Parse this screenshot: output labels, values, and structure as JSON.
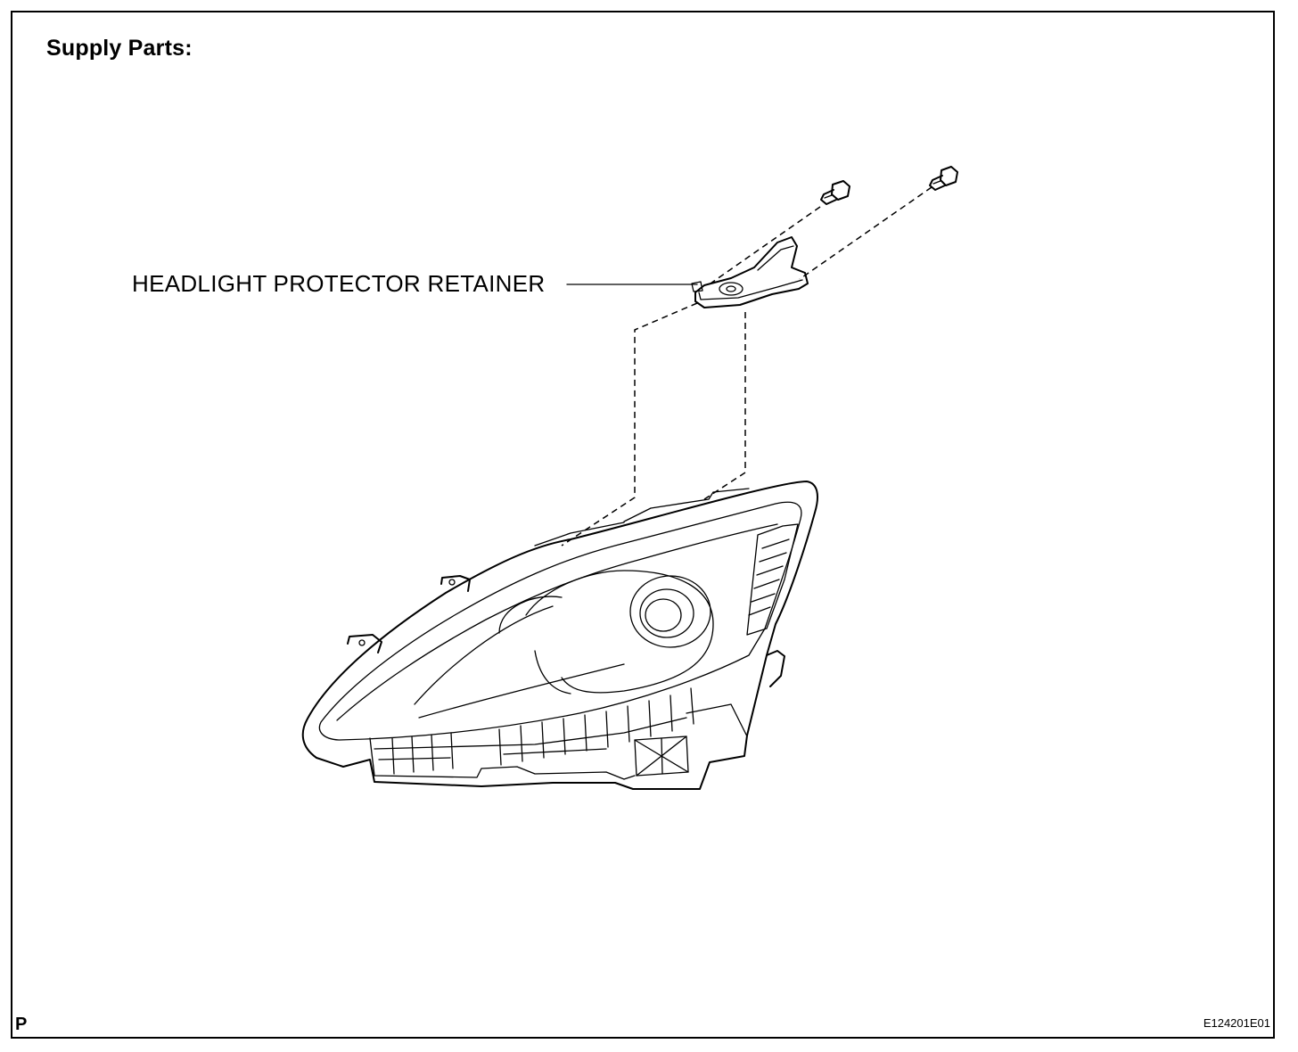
{
  "header": {
    "title": "Supply Parts:"
  },
  "callouts": [
    {
      "label": "HEADLIGHT PROTECTOR RETAINER"
    }
  ],
  "footer": {
    "page_marker": "P",
    "figure_code": "E124201E01"
  },
  "parts": [
    {
      "icon": "screw-icon"
    },
    {
      "icon": "screw-icon"
    },
    {
      "icon": "retainer-bracket-icon"
    },
    {
      "icon": "headlight-assembly-icon"
    }
  ]
}
